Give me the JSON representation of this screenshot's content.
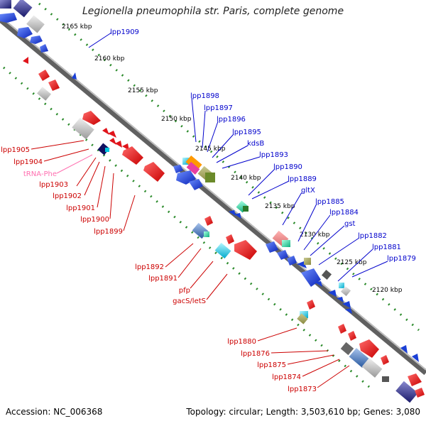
{
  "title": "Legionella pneumophila str. Paris, complete genome",
  "footer": {
    "accession": "Accession: NC_006368",
    "topology": "Topology: circular; Length: 3,503,610 bp; Genes: 3,080"
  },
  "colors": {
    "forward_label": "#0000cc",
    "reverse_label": "#cc0000",
    "trna_label": "#ff6fb0",
    "forward_gene": "#1a3fd6",
    "reverse_gene": "#e0141b",
    "backbone": "#888888",
    "tick": "#2a8a2a"
  },
  "kbp_ticks": [
    "2165 kbp",
    "2160 kbp",
    "2155 kbp",
    "2150 kbp",
    "2145 kbp",
    "2140 kbp",
    "2135 kbp",
    "2130 kbp",
    "2125 kbp",
    "2120 kbp"
  ],
  "forward_labels": [
    "lpp1909",
    "lpp1898",
    "lpp1897",
    "lpp1896",
    "lpp1895",
    "kdsB",
    "lpp1893",
    "lpp1890",
    "lpp1889",
    "gltX",
    "lpp1885",
    "lpp1884",
    "gst",
    "lpp1882",
    "lpp1881",
    "lpp1879"
  ],
  "reverse_labels": [
    "lpp1905",
    "lpp1904",
    "tRNA-Phe",
    "lpp1903",
    "lpp1902",
    "lpp1901",
    "lpp1900",
    "lpp1899",
    "lpp1892",
    "lpp1891",
    "pfp",
    "gacS/letS",
    "lpp1880",
    "lpp1876",
    "lpp1875",
    "lpp1874",
    "lpp1873"
  ]
}
